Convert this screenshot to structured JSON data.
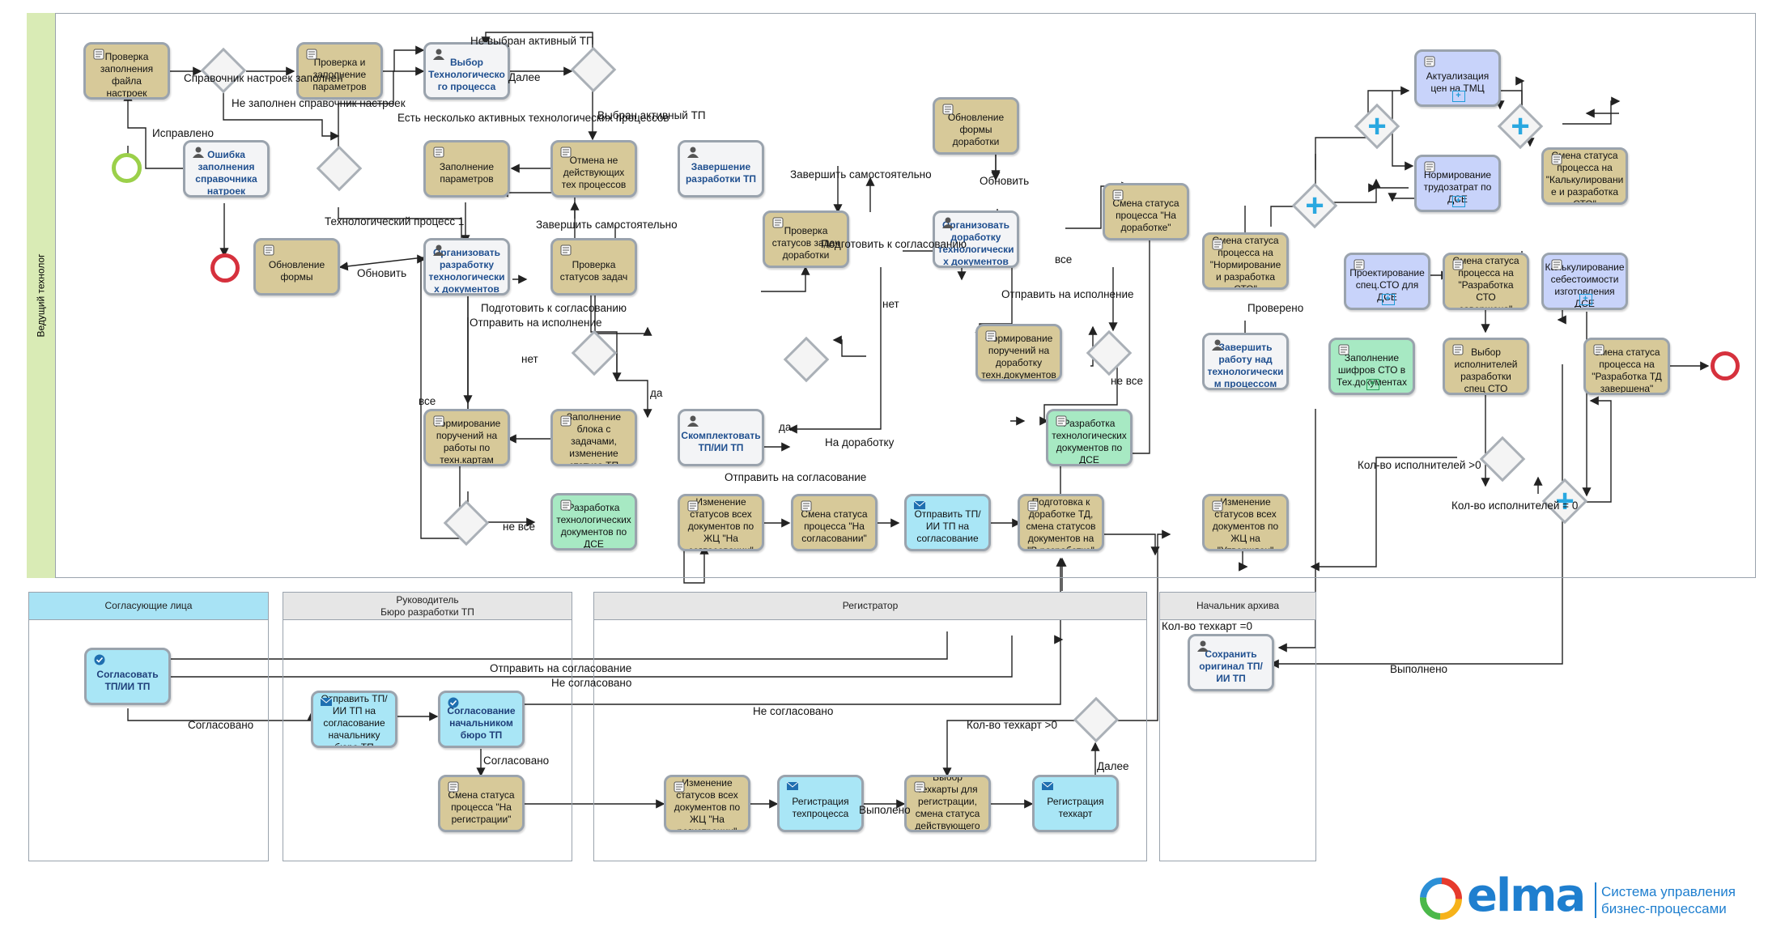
{
  "top_lane": {
    "title": "Ведущий технолог"
  },
  "lanes": {
    "approvers": {
      "title": "Согласующие лица"
    },
    "head": {
      "title": "Руководитель\nБюро  разработки  ТП"
    },
    "registrar": {
      "title": "Регистратор"
    },
    "archive": {
      "title": "Начальник архива"
    }
  },
  "tasks": {
    "t1": "Проверка заполнения файла настроек",
    "t2": "Проверка и заполнение параметров",
    "t3": "Выбор Технологическо го процесса",
    "t4": "Ошибка заполнения справочника натроек",
    "t5": "Заполнение параметров",
    "t6": "Отмена не действующих тех процессов",
    "t7": "Завершение разработки ТП",
    "t8": "Обновление формы",
    "t9": "Организовать разработку технологически х документов",
    "t10": "Проверка статусов задач",
    "t11": "Формирование поручений на работы по техн.картам",
    "t12": "Заполнение блока с задачами, изменение статуса ТП",
    "t13": "Разработка технологических документов по ДСЕ",
    "t14": "Проверка статусов задач доработки",
    "t15": "Скомплектовать ТП/ИИ ТП",
    "t16": "Обновление формы доработки",
    "t17": "Организовать доработку технологически х документов",
    "t18": "Смена статуса процесса \"На доработке\"",
    "t19": "Формирование поручений на доработку техн.документов",
    "t20": "Разработка технологических документов по ДСЕ",
    "t21": "Изменение статусов всех документов по ЖЦ \"На согласовании\"",
    "t22": "Смена статуса процесса \"На согласовании\"",
    "t23": "Отправить ТП/ ИИ ТП на согласование",
    "t24": "Подготовка к доработке ТД, смена статусов документов на \"В разработке\"",
    "t25": "Смена статуса процесса на \"Нормирование и разработка СТО\"",
    "t26": "Завершить работу над технологически м процессом",
    "t27": "Изменение статусов всех документов по ЖЦ на \"Утвержден\"",
    "t28": "Актуализация цен на ТМЦ",
    "t29": "Нормирование трудозатрат по ДСЕ",
    "t30": "Смена статуса процесса на \"Калькулировани е и разработка СТО\"",
    "t31": "Проектирование спец.СТО для ДСЕ",
    "t32": "Смена статуса процесса на \"Разработка СТО завершена\"",
    "t33": "Калькулирование себестоимости изготовления ДСЕ",
    "t34": "Заполнение шифров СТО в Тех.документах",
    "t35": "Выбор исполнителей разработки спец СТО",
    "t36": "Смена статуса процесса на \"Разработка ТД завершена\"",
    "t37": "Согласовать ТП/ИИ ТП",
    "t38": "Отправить ТП/ ИИ ТП на согласование начальнику бюро ТП",
    "t39": "Согласование начальником бюро ТП",
    "t40": "Смена статуса процесса \"На регистрации\"",
    "t41": "Изменение статусов всех документов по ЖЦ \"На регистрации\"",
    "t42": "Регистрация техпроцесса",
    "t43": "Выбор техкарты для регистрации, смена статуса действующего ранее ТП",
    "t44": "Регистрация техкарт",
    "t45": "Сохранить оригинал ТП/ИИ ТП"
  },
  "flow_labels": {
    "l1": "Справочник настроек заполнен",
    "l2": "Не заполнен справочник настроек",
    "l3": "Исправлено",
    "l4": "Не выбран активный ТП",
    "l5": "Далее",
    "l6": "Есть несколько активных технологических процессов",
    "l7": "Выбран активный ТП",
    "l8": "Технологический процесс 1",
    "l9": "Завершить самостоятельно",
    "l10": "Обновить",
    "l11": "Подготовить к согласованию",
    "l12": "Отправить на исполнение",
    "l13": "нет",
    "l14": "да",
    "l15": "все",
    "l16": "не все",
    "l17": "Завершить самостоятельно",
    "l18": "Подготовить к согласованию",
    "l19": "нет",
    "l20": "да",
    "l21": "Обновить",
    "l22": "все",
    "l23": "Отправить на исполнение",
    "l24": "не все",
    "l25": "На доработку",
    "l26": "Отправить на согласование",
    "l27": "Проверено",
    "l28": "Кол-во исполнителей >0",
    "l29": "Кол-во исполнителей = 0",
    "l30": "Отправить на согласование",
    "l31": "Не согласовано",
    "l32": "Согласовано",
    "l33": "Не согласовано",
    "l34": "Согласовано",
    "l35": "Кол-во техкарт >0",
    "l36": "Далее",
    "l37": "Выполено",
    "l38": "Кол-во техкарт =0",
    "l39": "Выполнено"
  },
  "logo": {
    "name": "elma",
    "tagline1": "Система управления",
    "tagline2": "бизнес-процессами"
  },
  "colors": {
    "script_task": "#d7c999",
    "user_task": "#f3f4f6",
    "send_task": "#a9e6f6",
    "green_task": "#a7e9c3",
    "blue_task": "#c8d3fa",
    "lane_header_blue": "#a8e3f5",
    "lane_header_grey": "#e6e6e6",
    "top_lane_bar": "#d9ebb5",
    "start_event": "#9bd04a",
    "end_event": "#d6313d"
  }
}
